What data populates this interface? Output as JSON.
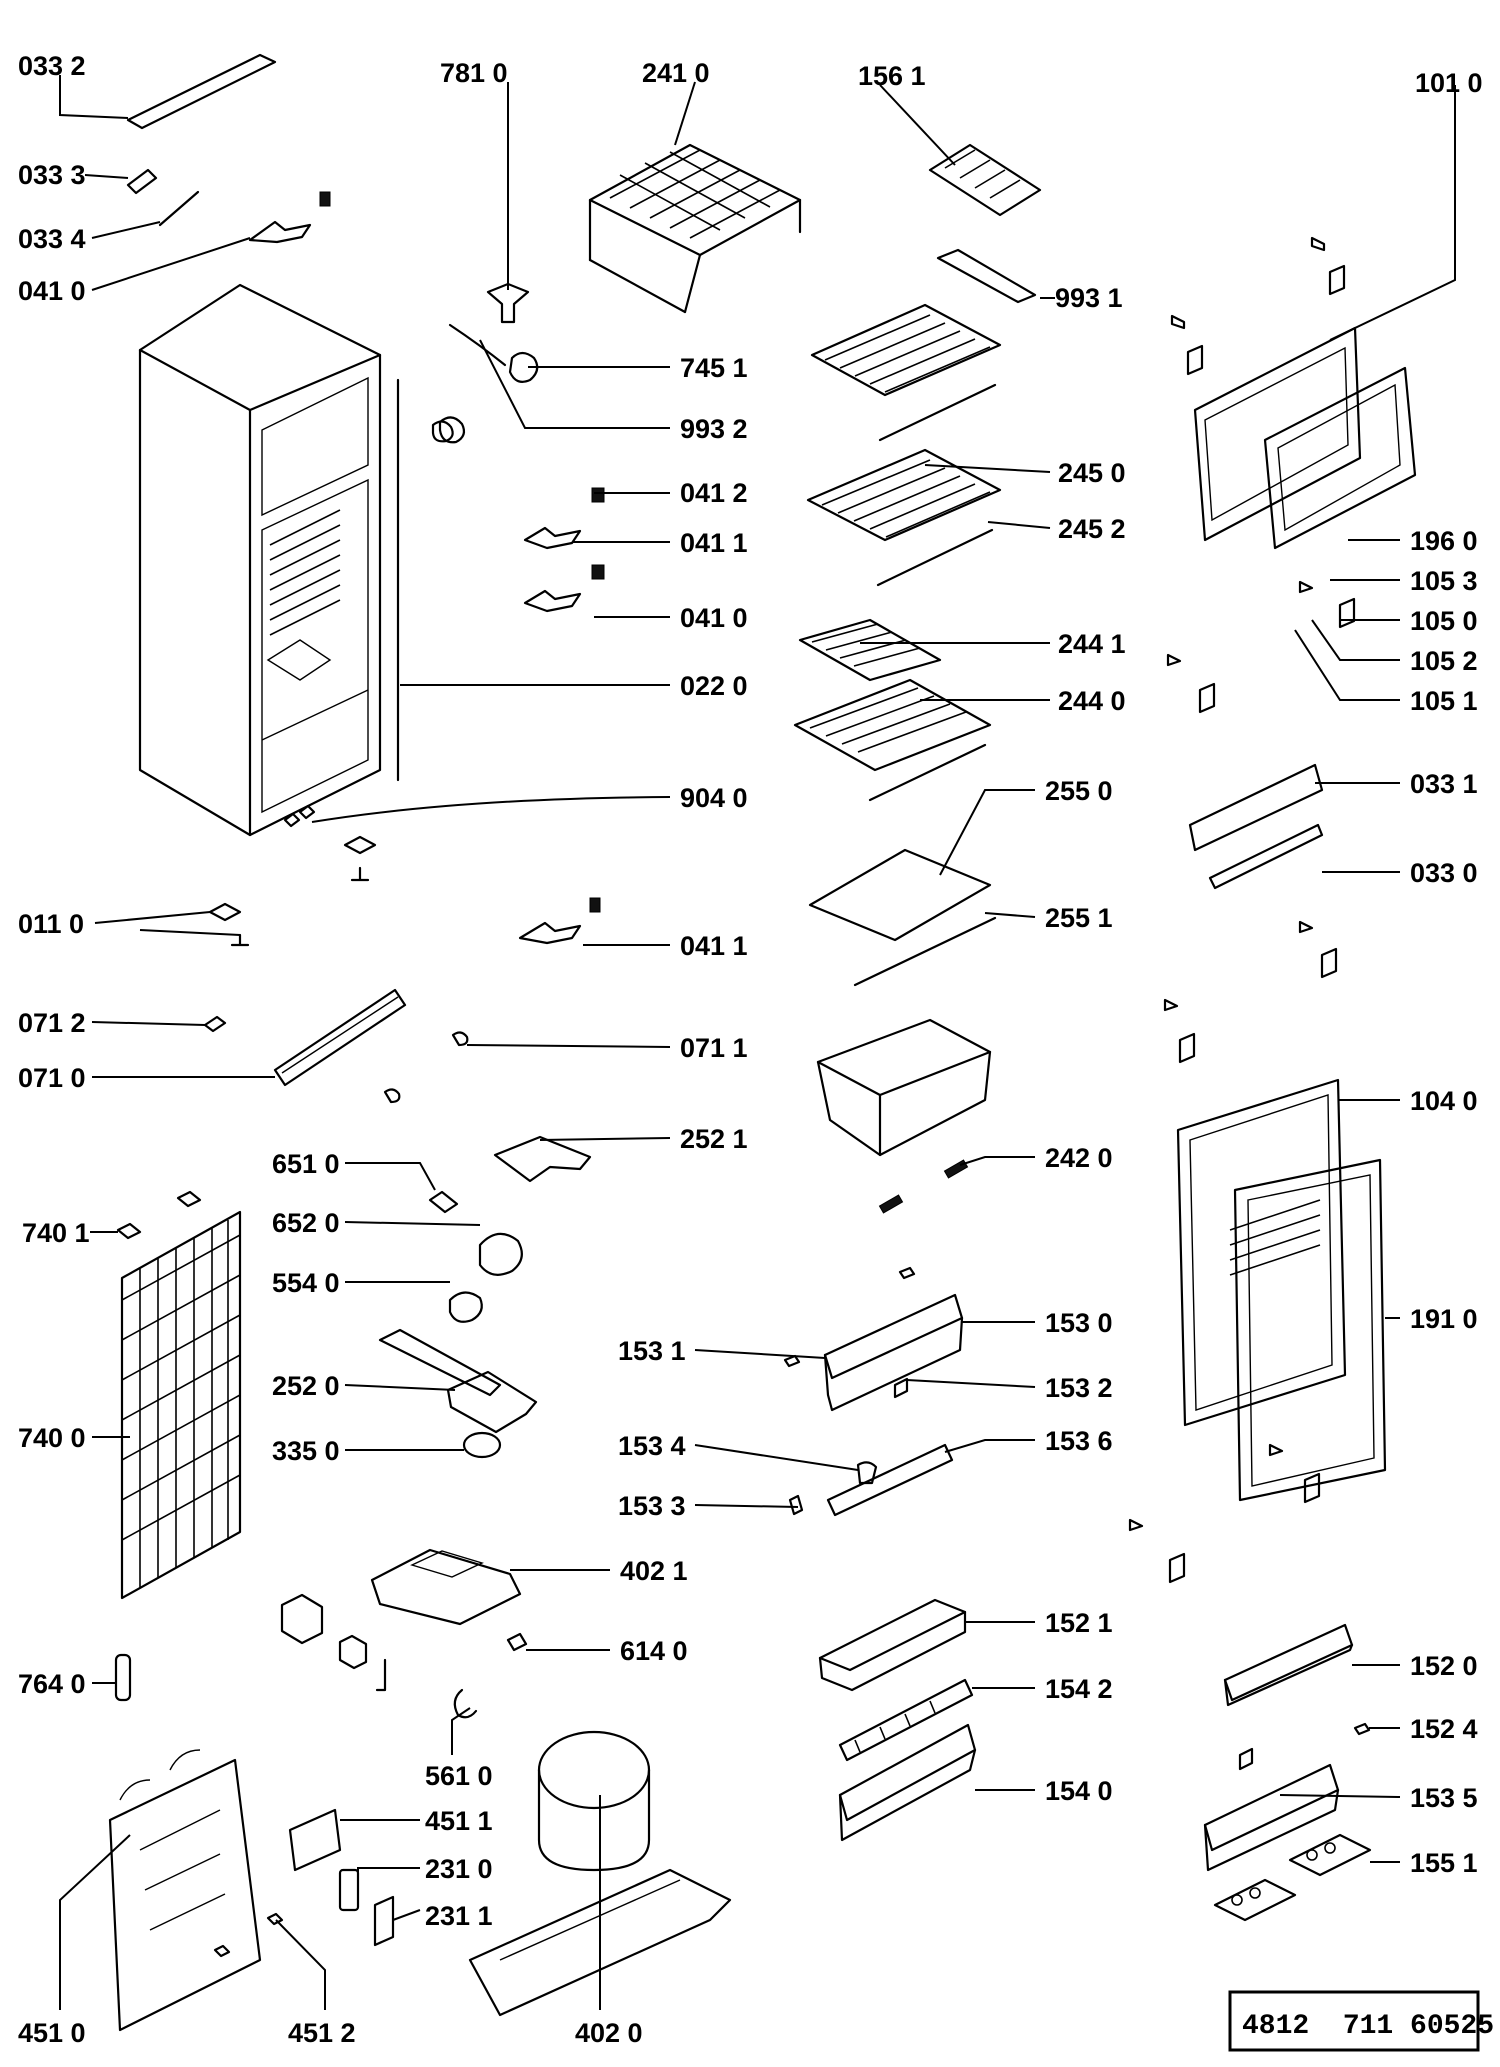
{
  "labels": {
    "l0332": "033 2",
    "l0333": "033 3",
    "l0334": "033 4",
    "l0410a": "041 0",
    "l7810": "781 0",
    "l2410": "241 0",
    "l1561": "156 1",
    "l1010": "101 0",
    "l9931": "993 1",
    "l7451": "745 1",
    "l9932": "993 2",
    "l0412": "041 2",
    "l0411a": "041 1",
    "l0410b": "041 0",
    "l0220": "022 0",
    "l9040": "904 0",
    "l2450": "245 0",
    "l2452": "245 2",
    "l2441": "244 1",
    "l2440": "244 0",
    "l2550": "255 0",
    "l2551": "255 1",
    "l1960": "196 0",
    "l1053": "105 3",
    "l1050": "105 0",
    "l1052": "105 2",
    "l1051": "105 1",
    "l0331": "033 1",
    "l0330": "033 0",
    "l0110": "011 0",
    "l0411b": "041 1",
    "l0712": "071 2",
    "l0711": "071 1",
    "l0710": "071 0",
    "l2521": "252 1",
    "l2420": "242 0",
    "l1040": "104 0",
    "l6510": "651 0",
    "l6520": "652 0",
    "l7401": "740 1",
    "l5540": "554 0",
    "l1531": "153 1",
    "l1530": "153 0",
    "l1910": "191 0",
    "l2520": "252 0",
    "l1532": "153 2",
    "l7400": "740 0",
    "l3350": "335 0",
    "l1534": "153 4",
    "l1536": "153 6",
    "l1533": "153 3",
    "l4021": "402 1",
    "l1521": "152 1",
    "l1520": "152 0",
    "l6140": "614 0",
    "l7640": "764 0",
    "l1542": "154 2",
    "l1524": "152 4",
    "l5610": "561 0",
    "l4511": "451 1",
    "l1540": "154 0",
    "l1535": "153 5",
    "l2310": "231 0",
    "l1551": "155 1",
    "l2311": "231 1",
    "l4510": "451 0",
    "l4512": "451 2",
    "l4020": "402 0"
  },
  "reference_code": "4812  711 60525"
}
